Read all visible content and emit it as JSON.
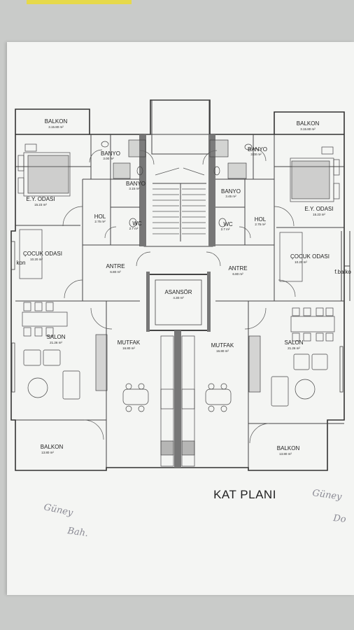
{
  "title": "KAT PLANI",
  "rooms": {
    "balkon_tl": {
      "name": "BALKON",
      "area": "3.15.80 m²"
    },
    "balkon_tr": {
      "name": "BALKON",
      "area": "3.15.80 m²"
    },
    "banyo_l1": {
      "name": "BANYO",
      "area": "3.00 m²"
    },
    "banyo_r1": {
      "name": "BANYO",
      "area": "3.00 m²"
    },
    "banyo_l2": {
      "name": "BANYO",
      "area": "3.15 m²"
    },
    "banyo_r2": {
      "name": "BANYO",
      "area": "3.45 m²"
    },
    "ey_odasi_l": {
      "name": "E.Y. ODASI",
      "area": "15.23 m²"
    },
    "ey_odasi_r": {
      "name": "E.Y. ODASI",
      "area": "15.23 m²"
    },
    "hol_l": {
      "name": "HOL",
      "area": "2.75 m²"
    },
    "hol_r": {
      "name": "HOL",
      "area": "2.75 m²"
    },
    "wc_l": {
      "name": "WC",
      "area": "2.7 m²"
    },
    "wc_r": {
      "name": "WC",
      "area": "2.7 m²"
    },
    "cocuk_l": {
      "name": "ÇOCUK ODASI",
      "area": "10.20 m²"
    },
    "cocuk_r": {
      "name": "ÇOCUK ODASI",
      "area": "10.20 m²"
    },
    "antre_l": {
      "name": "ANTRE",
      "area": "6.80 m²"
    },
    "antre_r": {
      "name": "ANTRE",
      "area": "6.80 m²"
    },
    "asansor": {
      "name": "ASANSÖR",
      "area": "4.30 m²"
    },
    "mutfak_l": {
      "name": "MUTFAK",
      "area": "16.80 m²"
    },
    "mutfak_r": {
      "name": "MUTFAK",
      "area": "16.80 m²"
    },
    "salon_l": {
      "name": "SALON",
      "area": "21.26 m²"
    },
    "salon_r": {
      "name": "SALON",
      "area": "21.26 m²"
    },
    "balkon_bl": {
      "name": "BALKON",
      "area": "13.80 m²"
    },
    "balkon_br": {
      "name": "BALKON",
      "area": "13.80 m²"
    }
  },
  "edge_labels": {
    "left_cut": "kon",
    "right_cut": "f.balko"
  },
  "handwriting": {
    "left_line1": "Güney",
    "left_line2": "Bah.",
    "right_line1": "Güney",
    "right_line2": "Do"
  }
}
